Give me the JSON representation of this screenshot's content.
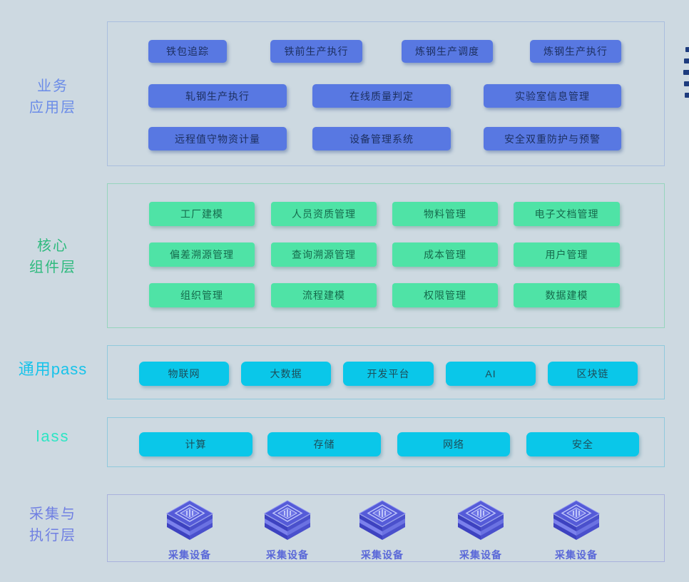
{
  "colors": {
    "background": "#cdd9e1",
    "blue_chip": "#5878e2",
    "green_chip": "#4fe3a6",
    "cyan_chip": "#0ac7e9",
    "business_label": "#6b8ce8",
    "core_label": "#2eba7e",
    "pass_label": "#17c3ea",
    "iaas_label": "#2ce5c4",
    "collect_label": "#6f7fe2",
    "device_cube": "#555bd8",
    "edge_dots": "#1e3c7e"
  },
  "icons": {
    "collector_device": "isometric-chip-cube-icon"
  },
  "layers": {
    "business": {
      "label_lines": [
        "业务",
        "应用层"
      ],
      "buttons": [
        "铁包追踪",
        "铁前生产执行",
        "炼钢生产调度",
        "炼钢生产执行",
        "轧钢生产执行",
        "在线质量判定",
        "实验室信息管理",
        "远程值守物资计量",
        "设备管理系统",
        "安全双重防护与预警"
      ]
    },
    "core": {
      "label_lines": [
        "核心",
        "组件层"
      ],
      "buttons": [
        "工厂建模",
        "人员资质管理",
        "物料管理",
        "电子文档管理",
        "偏差溯源管理",
        "查询溯源管理",
        "成本管理",
        "用户管理",
        "组织管理",
        "流程建模",
        "权限管理",
        "数据建模"
      ]
    },
    "pass": {
      "label": "通用pass",
      "buttons": [
        "物联网",
        "大数据",
        "开发平台",
        "AI",
        "区块链"
      ]
    },
    "iaas": {
      "label": "lass",
      "buttons": [
        "计算",
        "存储",
        "网络",
        "安全"
      ]
    },
    "collect": {
      "label_lines": [
        "采集与",
        "执行层"
      ],
      "devices": [
        "采集设备",
        "采集设备",
        "采集设备",
        "采集设备",
        "采集设备"
      ]
    }
  }
}
